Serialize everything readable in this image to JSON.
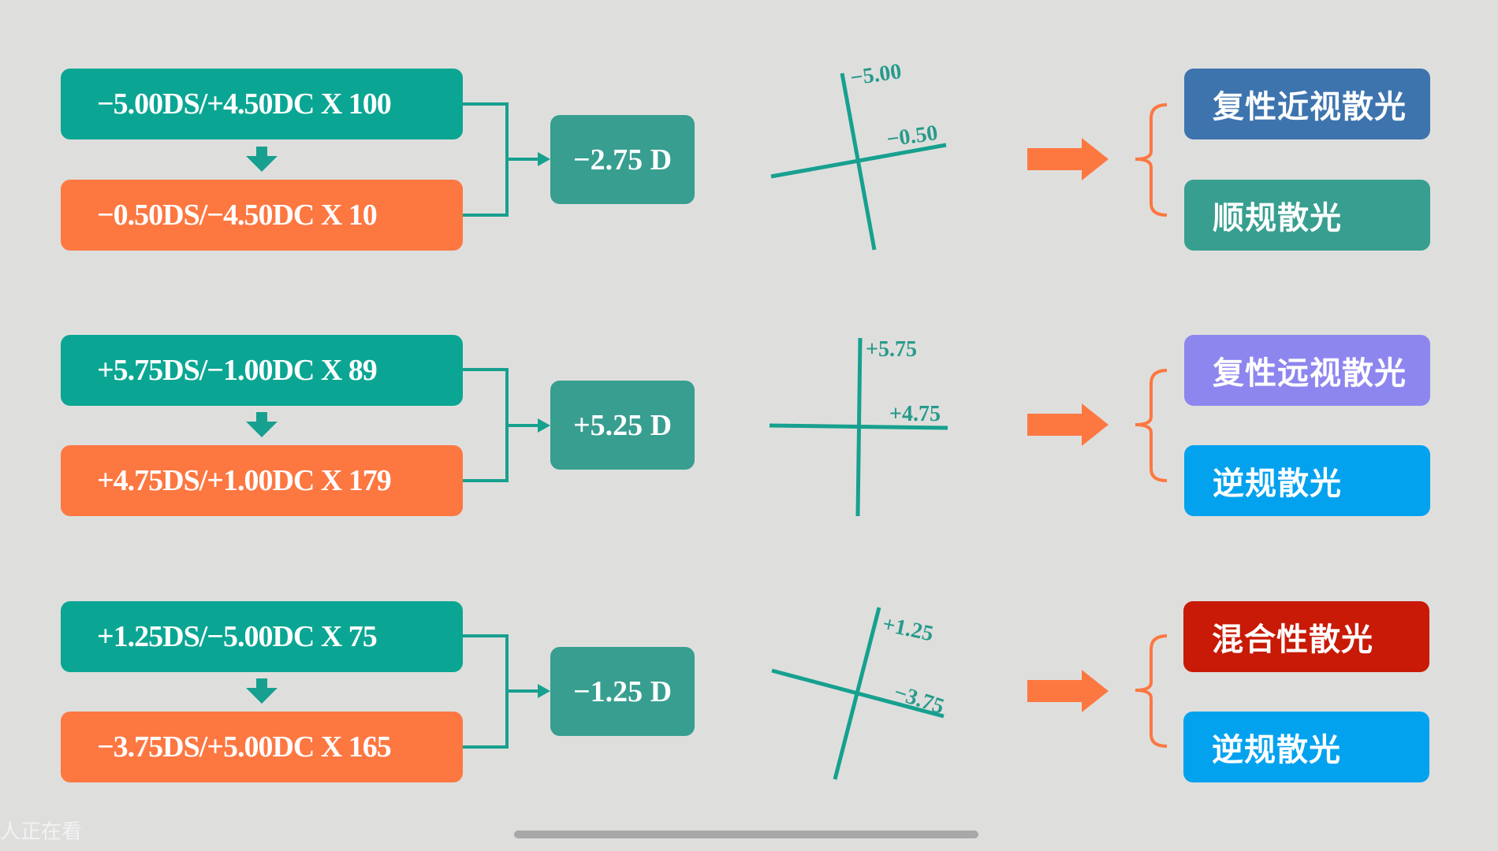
{
  "colors": {
    "background": "#dedfdd",
    "primary_rx": "#0aa693",
    "converted_rx": "#fd7741",
    "equivalent": "#379e90",
    "connector": "#17a08f",
    "arrow": "#fd7741",
    "cross_lines": "#17a08f"
  },
  "rows": [
    {
      "rx_original": "−5.00DS/+4.50DC X 100",
      "rx_converted": "−0.50DS/−4.50DC X 10",
      "equivalent": "−2.75 D",
      "cross": {
        "labels": [
          "−5.00",
          "−0.50"
        ]
      },
      "tags": [
        {
          "text": "复性近视散光",
          "color": "#3d74ae"
        },
        {
          "text": "顺规散光",
          "color": "#389f90"
        }
      ]
    },
    {
      "rx_original": "+5.75DS/−1.00DC X 89",
      "rx_converted": "+4.75DS/+1.00DC X 179",
      "equivalent": "+5.25 D",
      "cross": {
        "labels": [
          "+5.75",
          "+4.75"
        ]
      },
      "tags": [
        {
          "text": "复性远视散光",
          "color": "#8e86ef"
        },
        {
          "text": "逆规散光",
          "color": "#03a2ef"
        }
      ]
    },
    {
      "rx_original": "+1.25DS/−5.00DC X 75",
      "rx_converted": "−3.75DS/+5.00DC X 165",
      "equivalent": "−1.25 D",
      "cross": {
        "labels": [
          "+1.25",
          "−3.75"
        ]
      },
      "tags": [
        {
          "text": "混合性散光",
          "color": "#c81a06"
        },
        {
          "text": "逆规散光",
          "color": "#03a2ef"
        }
      ]
    }
  ],
  "icons": {
    "down_arrow": "down-arrow-icon",
    "right_arrow": "right-arrow-icon",
    "brace": "brace-icon"
  },
  "watermark": "人正在看"
}
